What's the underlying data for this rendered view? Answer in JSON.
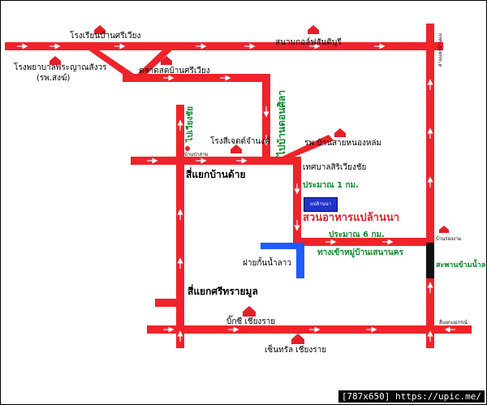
{
  "labels": {
    "school": "โรงเรียนบ้านศรีเวียง",
    "stadium": "สนามกอล์ฟสันติบุรี",
    "hospital_line1": "โรงพยาบาลพระญาณสังวร",
    "hospital_line2": "(รพ.สงฆ์)",
    "market": "ตลาดสดบ้านศรีเวียง",
    "to_wiang_chai": "ไปเวียงชัย",
    "to_ban_don_sila": "ไปบ้านดอนศิลา",
    "jedi_school": "โรงสีเจตต์จำนงค์",
    "to_ban_nong_hlom": "รพ.บ้านสายหนองหล่ม",
    "municipality": "เทศบาลสิริเวียงชัย",
    "junction_ban_day": "สี่แยกบ้านด้าย",
    "approx_1km": "ประมาณ 1 กม.",
    "restaurant": "สวนอาหารแปล้านนา",
    "approx_6km": "ประมาณ 6 กม.",
    "dam": "ฝายกั้นน้ำลาว",
    "to_village": "ทางเข้าหมู่บ้านเสนานคร",
    "bridge": "สะพานข้ามน้ำลาว",
    "junction_si_sai_mun": "สี่แยกศรีทรายมูล",
    "big_c": "บิ๊กซี เชียงราย",
    "central": "เซ็นทรัล เชียงราย",
    "ban_rong_ngam": "บ้านร่องงาม",
    "junction_right": "สี่แยกแม่กรณ์",
    "small_right_vert": "สามแยกบ้านแม่",
    "small_mid": "บ้านป่าสาม",
    "logo_text": "แปล้านนา"
  },
  "credit": "[787x650] https://upic.me/",
  "colors": {
    "road": "#f0232a",
    "dam": "#1f5cff",
    "bridge": "#111111",
    "accent_green": "#0a8a2a"
  }
}
